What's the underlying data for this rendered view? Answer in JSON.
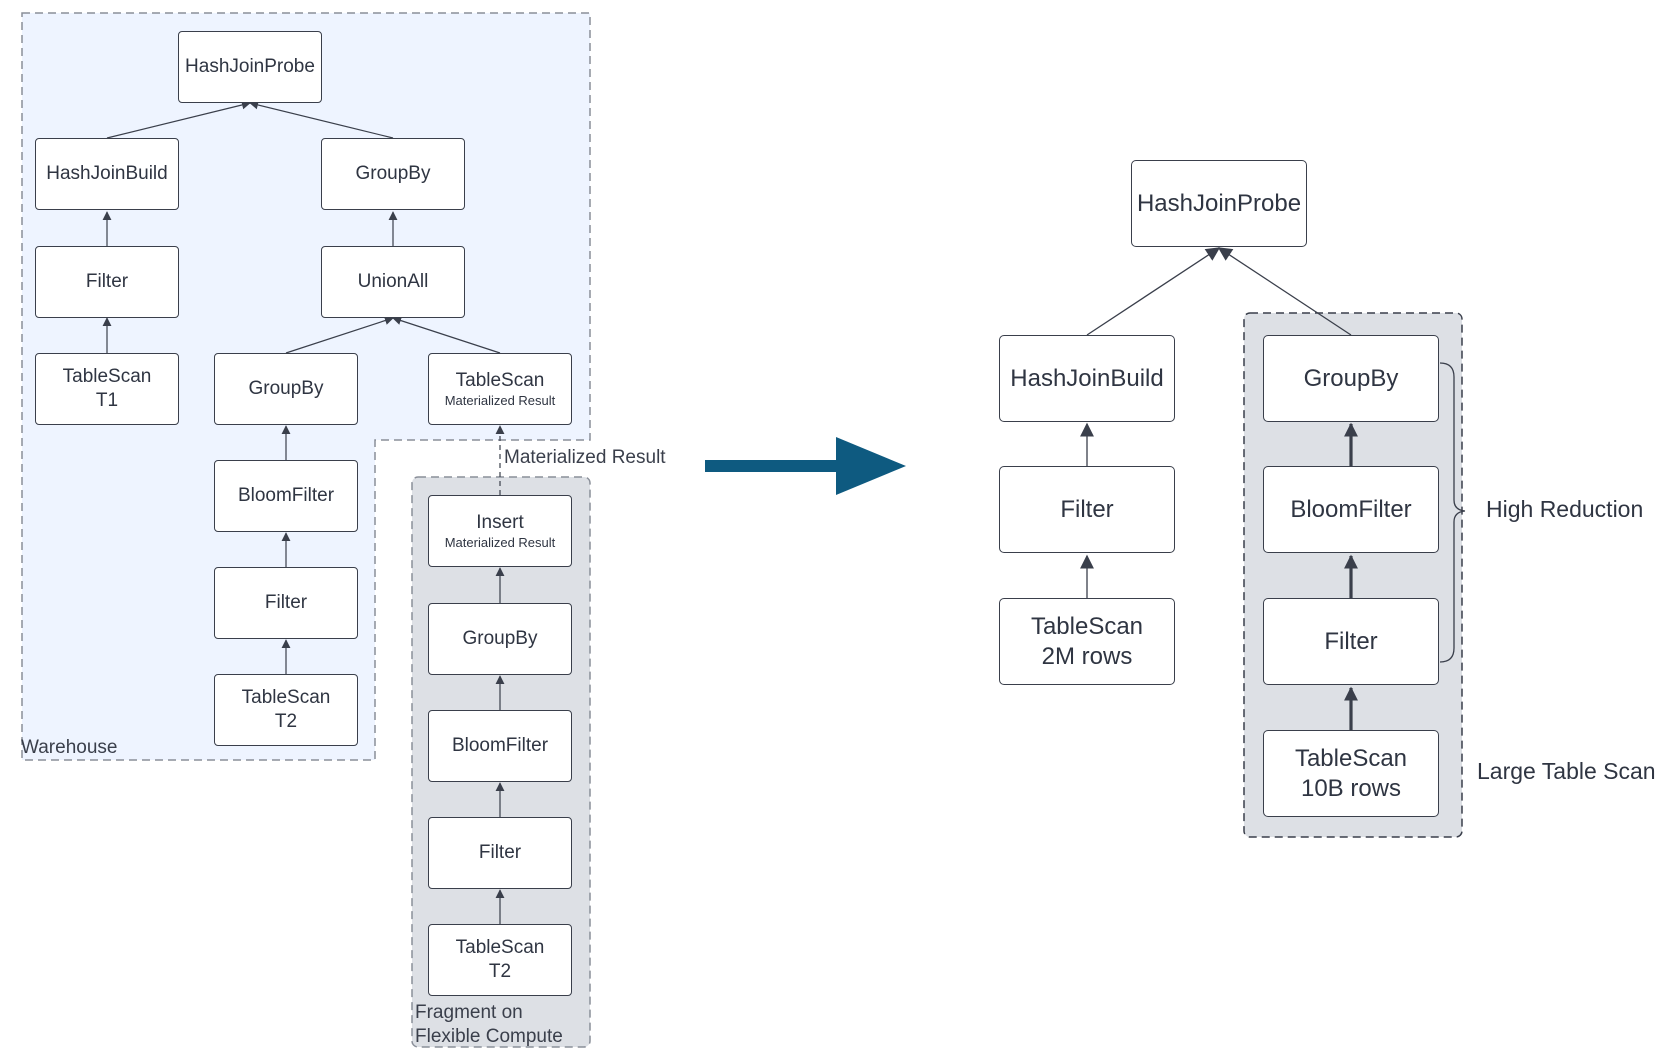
{
  "colors": {
    "warehouse_fill": "#eef4ff",
    "fragment_fill": "#dde0e5",
    "border": "#3a3f4b",
    "arrow": "#0e5a80"
  },
  "left": {
    "warehouse_label": "Warehouse",
    "fragment_label_line1": "Fragment on",
    "fragment_label_line2": "Flexible Compute",
    "edge_label": "Materialized Result",
    "nodes": {
      "hash_join_probe": "HashJoinProbe",
      "hash_join_build": "HashJoinBuild",
      "group_by_top": "GroupBy",
      "filter_t1": "Filter",
      "union_all": "UnionAll",
      "table_scan_t1": "TableScan",
      "table_scan_t1_sub": "T1",
      "group_by_mid": "GroupBy",
      "table_scan_mr": "TableScan",
      "table_scan_mr_sub": "Materialized Result",
      "bloom_filter_mid": "BloomFilter",
      "filter_mid": "Filter",
      "table_scan_t2": "TableScan",
      "table_scan_t2_sub": "T2",
      "insert": "Insert",
      "insert_sub": "Materialized Result",
      "group_by_frag": "GroupBy",
      "bloom_filter_frag": "BloomFilter",
      "filter_frag": "Filter",
      "table_scan_frag": "TableScan",
      "table_scan_frag_sub": "T2"
    }
  },
  "right": {
    "annotation_high_reduction": "High Reduction",
    "annotation_large_scan": "Large Table Scan",
    "nodes": {
      "hash_join_probe": "HashJoinProbe",
      "hash_join_build": "HashJoinBuild",
      "filter_left": "Filter",
      "table_scan_left": "TableScan",
      "table_scan_left_sub": "2M rows",
      "group_by": "GroupBy",
      "bloom_filter": "BloomFilter",
      "filter_right": "Filter",
      "table_scan_right": "TableScan",
      "table_scan_right_sub": "10B rows"
    }
  }
}
